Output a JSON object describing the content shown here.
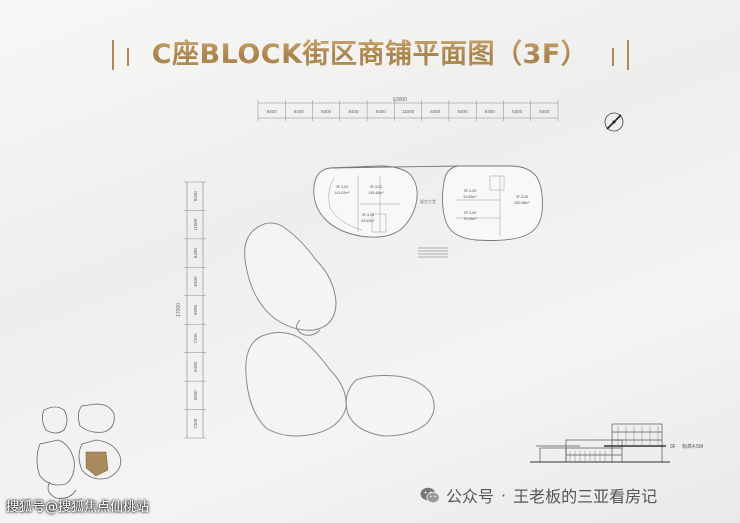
{
  "title": "C座BLOCK街区商铺平面图（3F）",
  "dimensions_top": {
    "total": "63000",
    "segments": [
      "8400",
      "8400",
      "8400",
      "8400",
      "8400",
      "11000",
      "8400",
      "8400",
      "8400",
      "6300",
      "8400"
    ]
  },
  "dimensions_left": {
    "total": "17000",
    "segments": [
      "8400",
      "11000",
      "8400",
      "8400",
      "9600",
      "7200",
      "8400",
      "6600",
      "7200"
    ]
  },
  "shops": [
    {
      "id": "3F-3-04",
      "area": "143.02m²"
    },
    {
      "id": "3F-3-02",
      "area": "145.48m²"
    },
    {
      "id": "3F-3-03",
      "area": "83.62m²"
    },
    {
      "id": "3F-3-05",
      "area": "91.85m²"
    },
    {
      "id": "3F-3-06",
      "area": "75.05m²"
    },
    {
      "id": "3F-3-06",
      "area": "282.58m²"
    }
  ],
  "atrium_label": "架空大堂",
  "section_label": "3F",
  "section_elevation": "标高4.5M",
  "footer_left": "搜狐号@搜狐焦点仙桃站",
  "footer_right": {
    "brand": "公众号",
    "separator": "·",
    "account": "王老板的三亚看房记"
  },
  "colors": {
    "title_gold": "#b08a55",
    "line": "#888888",
    "highlight": "#a88a5c"
  }
}
